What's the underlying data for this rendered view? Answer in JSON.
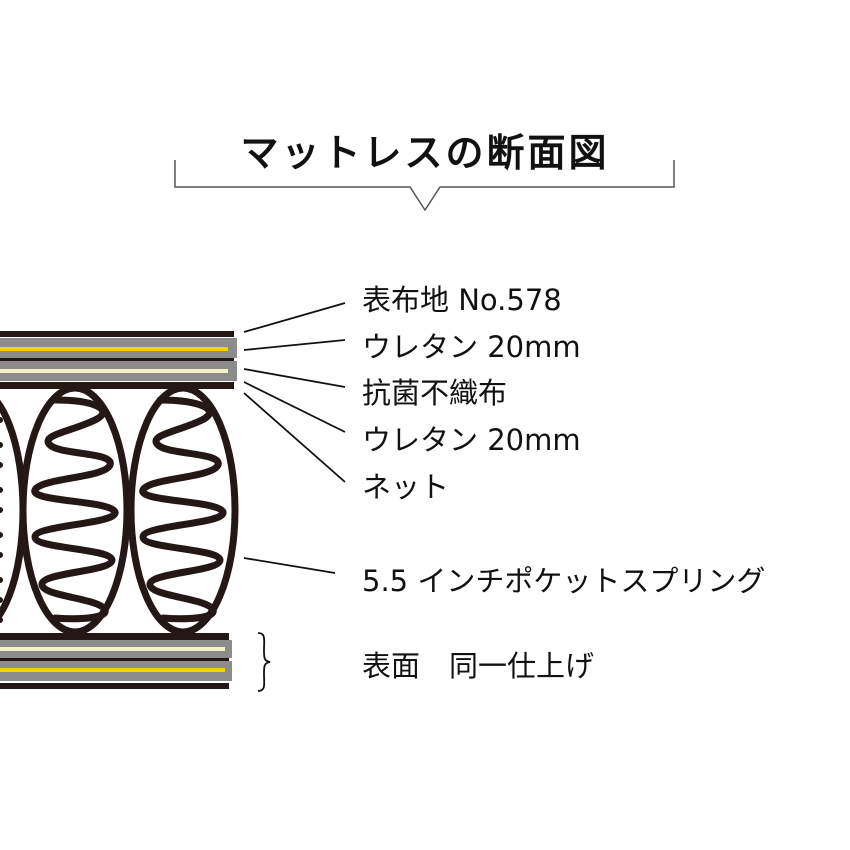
{
  "title": "マットレスの断面図",
  "labels": {
    "fabric": "表布地 No.578",
    "urethane_top": "ウレタン 20mm",
    "antibacterial": "抗菌不織布",
    "urethane_bottom": "ウレタン 20mm",
    "net": "ネット",
    "spring": "5.5 インチポケットスプリング",
    "surface": "表面　同一仕上げ"
  },
  "colors": {
    "black": "#231815",
    "gray": "#8c8c8c",
    "yellow": "#f2d500",
    "cream": "#f3efc8",
    "line": "#111111"
  }
}
